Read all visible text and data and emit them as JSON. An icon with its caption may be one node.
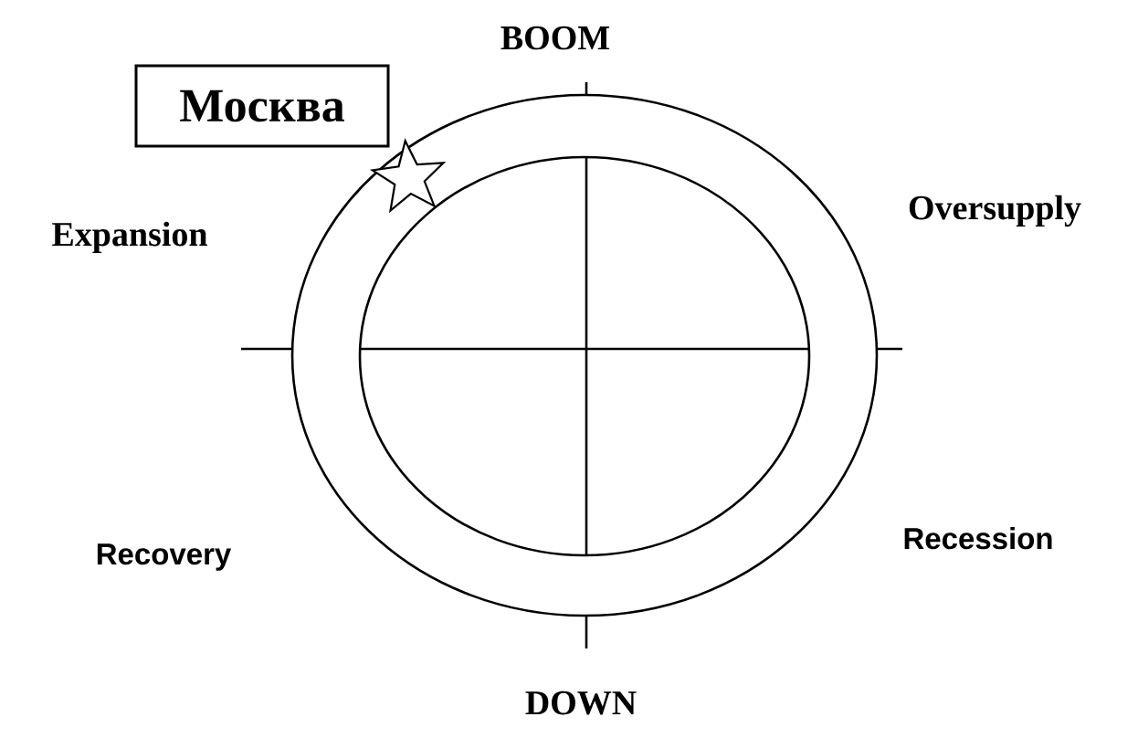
{
  "diagram": {
    "nodes": [
      {
        "text": [
          "Москва"
        ]
      }
    ],
    "labels": [
      "BOOM",
      "Expansion",
      "Oversupply",
      "Recovery",
      "Recession",
      "DOWN"
    ]
  }
}
